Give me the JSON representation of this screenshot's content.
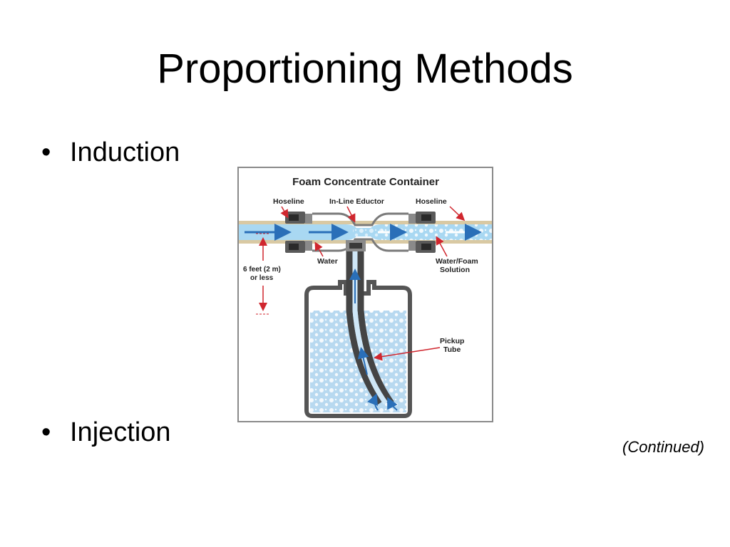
{
  "slide": {
    "title": "Proportioning Methods",
    "bullets": [
      {
        "text": "Induction"
      },
      {
        "text": "Injection"
      }
    ],
    "continued": "(Continued)"
  },
  "figure": {
    "title": "Foam Concentrate Container",
    "labels": {
      "hoseline_left": "Hoseline",
      "inline_eductor": "In-Line Eductor",
      "hoseline_right": "Hoseline",
      "water": "Water",
      "water_foam_1": "Water/Foam",
      "water_foam_2": "Solution",
      "height_1": "6 feet (2 m)",
      "height_2": "or less",
      "pickup_1": "Pickup",
      "pickup_2": "Tube"
    },
    "colors": {
      "water": "#a9d8f2",
      "flow_arrow": "#2a6fb8",
      "label_arrow": "#d0262e",
      "container": "#555555",
      "foam_liquid": "#b8d9f0"
    }
  }
}
